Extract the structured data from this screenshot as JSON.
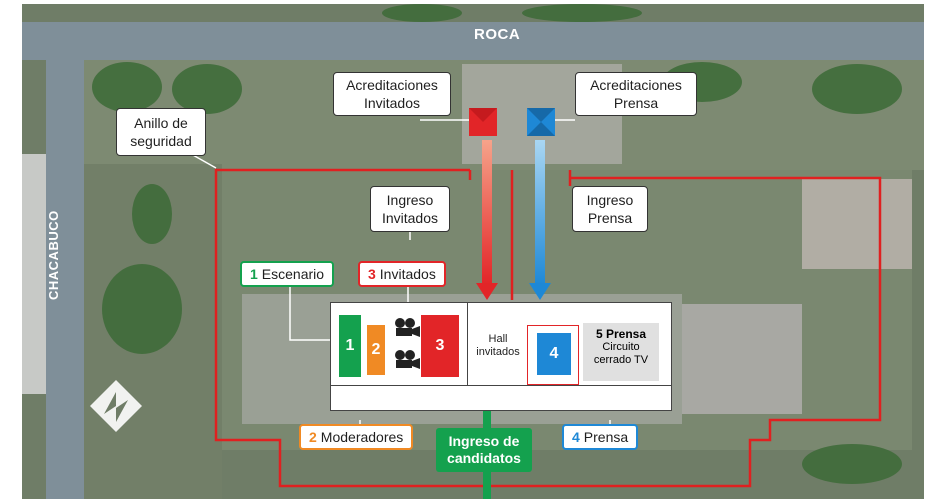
{
  "streets": {
    "roca": "ROCA",
    "chacabuco": "CHACABUCO"
  },
  "callouts": {
    "acred_invitados": "Acreditaciones\nInvitados",
    "acred_prensa": "Acreditaciones\nPrensa",
    "anillo": "Anillo de\nseguridad",
    "ingreso_invitados": "Ingreso\nInvitados",
    "ingreso_prensa": "Ingreso\nPrensa"
  },
  "legend": {
    "escenario": {
      "num": "1",
      "label": "Escenario"
    },
    "invitados": {
      "num": "3",
      "label": "Invitados"
    },
    "moderadores": {
      "num": "2",
      "label": "Moderadores"
    },
    "prensa": {
      "num": "4",
      "label": "Prensa"
    }
  },
  "building": {
    "zone_1": "1",
    "zone_2": "2",
    "zone_3": "3",
    "hall": "Hall\ninvitados",
    "zone_4": "4",
    "zone_5_num": "5",
    "zone_5_title": "Prensa",
    "zone_5_desc": "Circuito\ncerrado TV"
  },
  "entrance": "Ingreso de\ncandidatos",
  "colors": {
    "security_ring": "#e02020",
    "green": "#14a14e",
    "orange": "#f08a24",
    "red": "#e22528",
    "blue": "#1e88d6",
    "road": "#7f8f99"
  },
  "icons": [
    "camera-icon",
    "north-arrow-icon",
    "accreditation-marker-icon"
  ]
}
